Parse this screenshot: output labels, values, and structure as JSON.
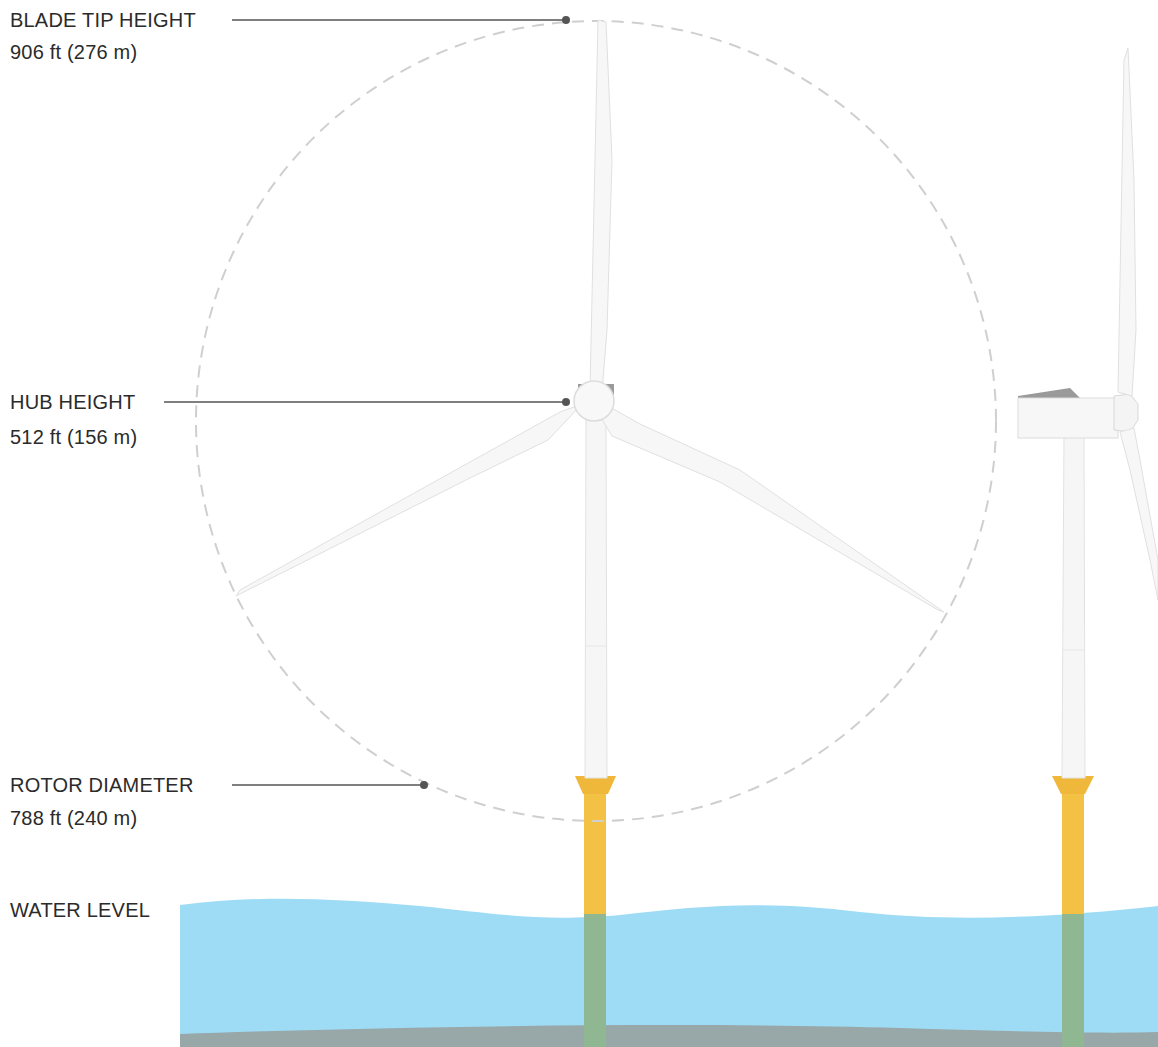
{
  "diagram": {
    "labels": [
      "BLADE TIP HEIGHT",
      "906 ft (276 m)",
      "HUB HEIGHT",
      "512 ft (156 m)",
      "ROTOR DIAMETER",
      "788 ft (240 m)",
      "WATER LEVEL"
    ]
  }
}
